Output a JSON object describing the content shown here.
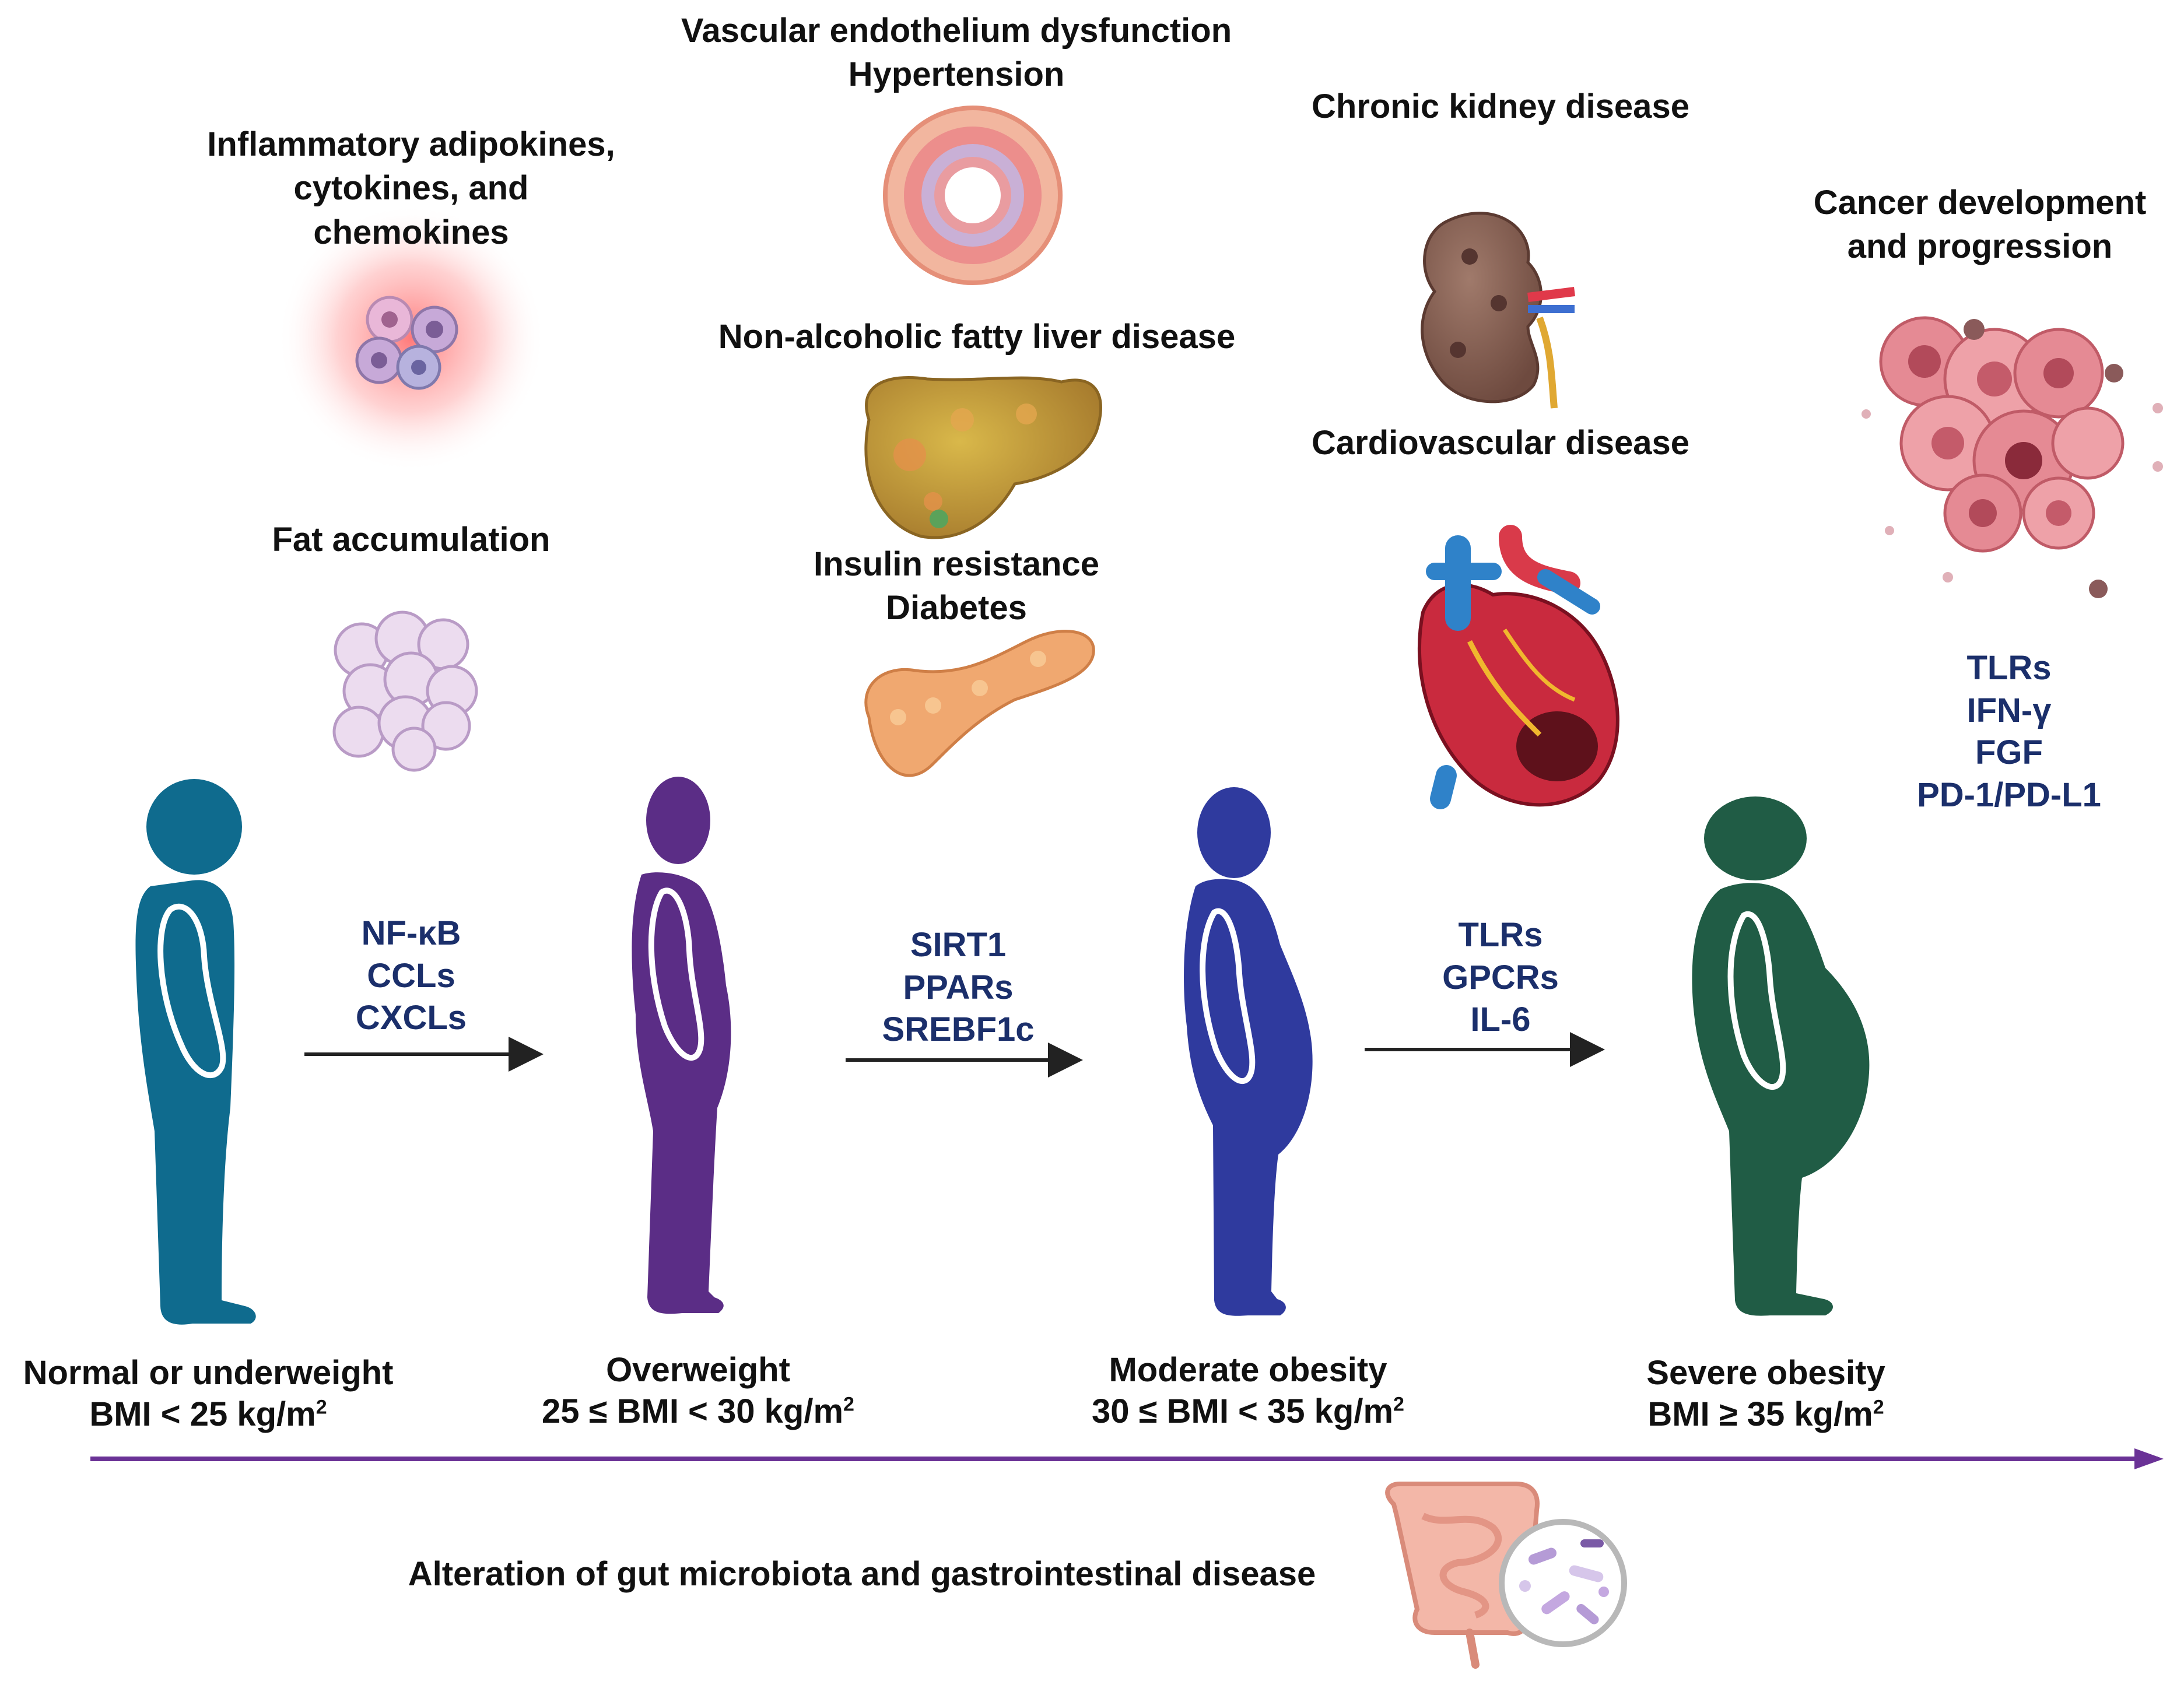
{
  "top_labels": {
    "inflammatory": [
      "Inflammatory adipokines,",
      "cytokines, and",
      "chemokines"
    ],
    "fat": "Fat  accumulation",
    "vascular": [
      "Vascular endothelium dysfunction",
      "Hypertension"
    ],
    "nafld": "Non-alcoholic fatty liver disease",
    "insulin": [
      "Insulin resistance",
      "Diabetes"
    ],
    "ckd": "Chronic kidney disease",
    "cvd": "Cardiovascular disease",
    "cancer": [
      "Cancer development",
      "and progression"
    ]
  },
  "molecules": {
    "transition_1": [
      "NF-κB",
      "CCLs",
      "CXCLs"
    ],
    "transition_2": [
      "SIRT1",
      "PPARs",
      "SREBF1c"
    ],
    "transition_3": [
      "TLRs",
      "GPCRs",
      "IL-6"
    ],
    "cancer": [
      "TLRs",
      "IFN-γ",
      "FGF",
      "PD-1/PD-L1"
    ]
  },
  "stages": [
    {
      "name": "Normal or underweight",
      "bmi": "BMI < 25 kg/m",
      "sup": "2",
      "color": "#0f6b8e"
    },
    {
      "name": "Overweight",
      "bmi": "25 ≤ BMI < 30 kg/m",
      "sup": "2",
      "color": "#5b2d86"
    },
    {
      "name": "Moderate obesity",
      "bmi": "30 ≤ BMI < 35 kg/m",
      "sup": "2",
      "color": "#2f3a9e"
    },
    {
      "name": "Severe obesity",
      "bmi": "BMI ≥ 35 kg/m",
      "sup": "2",
      "color": "#205c45"
    }
  ],
  "gut": "Alteration of gut microbiota and gastrointestinal disease",
  "colors": {
    "axis": "#6a3296",
    "arrow": "#222222",
    "molecule_text": "#1b2f6b"
  },
  "icons": [
    "immune-cells-icon",
    "adipocytes-icon",
    "artery-icon",
    "liver-icon",
    "pancreas-icon",
    "kidney-icon",
    "heart-icon",
    "cancer-cells-icon",
    "intestine-icon",
    "microbiota-icon"
  ]
}
